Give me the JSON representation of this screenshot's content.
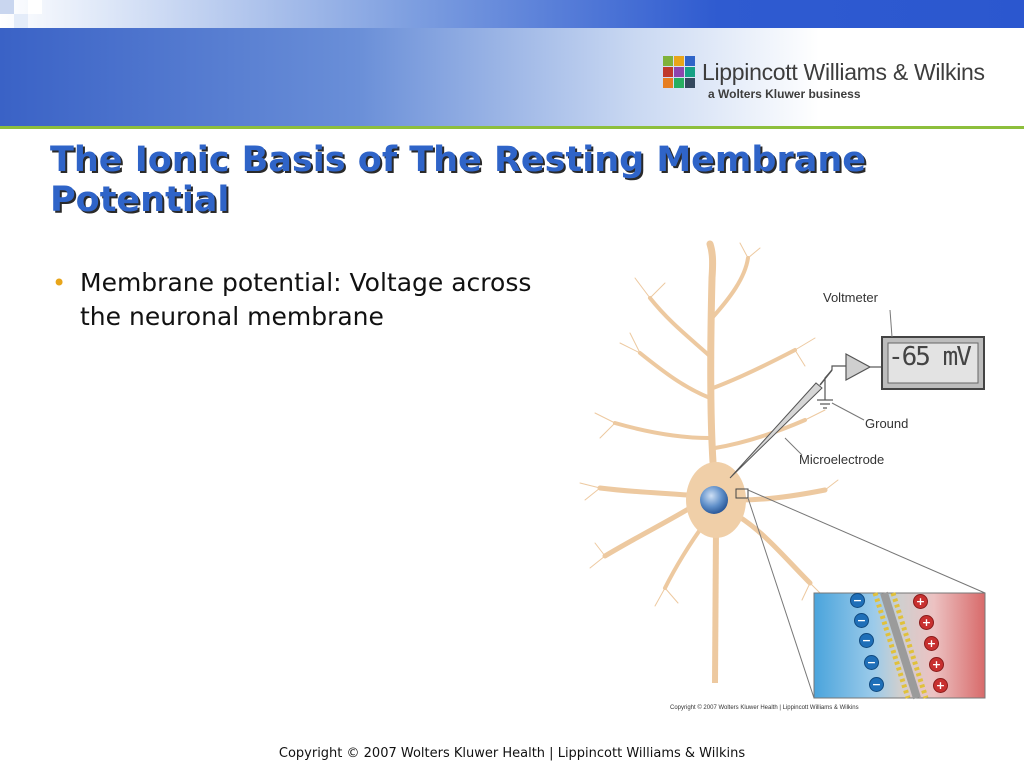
{
  "header": {
    "logo_name": "Lippincott Williams & Wilkins",
    "logo_sub": "a Wolters Kluwer business",
    "logo_icon": "lww-mosaic-logo",
    "accent_color": "#2f64c8",
    "rule_color": "#8dbf3c"
  },
  "slide": {
    "title": "The Ionic Basis of The Resting Membrane Potential",
    "bullets": [
      "Membrane potential: Voltage across the neuronal membrane"
    ]
  },
  "figure": {
    "voltmeter_label": "Voltmeter",
    "voltmeter_reading": "-65 mV",
    "ground_label": "Ground",
    "microelectrode_label": "Microelectrode",
    "credit": "Copyright © 2007 Wolters Kluwer Health | Lippincott Williams & Wilkins",
    "inset_negative_sign": "−",
    "inset_positive_sign": "+"
  },
  "footer": {
    "copyright": "Copyright © 2007 Wolters Kluwer Health | Lippincott Williams & Wilkins"
  }
}
